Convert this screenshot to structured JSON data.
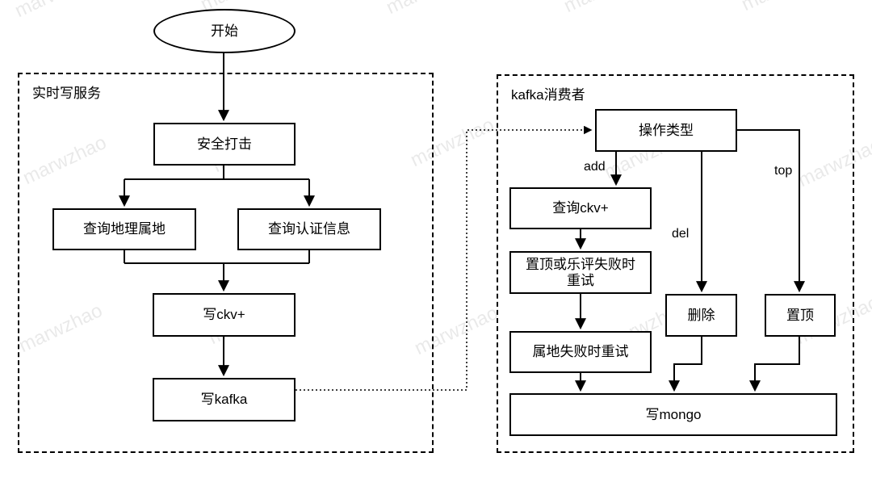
{
  "watermark_text": "marwzhao",
  "start_label": "开始",
  "left_group": {
    "title": "实时写服务",
    "security": "安全打击",
    "query_geo": "查询地理属地",
    "query_auth": "查询认证信息",
    "write_ckv": "写ckv+",
    "write_kafka": "写kafka"
  },
  "right_group": {
    "title": "kafka消费者",
    "op_type": "操作类型",
    "query_ckv": "查询ckv+",
    "retry_top": "置顶或乐评失败时\n重试",
    "retry_geo": "属地失败时重试",
    "delete": "删除",
    "set_top": "置顶",
    "write_mongo": "写mongo"
  },
  "edge_labels": {
    "add": "add",
    "del": "del",
    "top": "top"
  },
  "colors": {
    "line": "#000000",
    "box_border": "#000000",
    "text": "#000000",
    "background": "#ffffff",
    "watermark": "#e8e8e8"
  }
}
